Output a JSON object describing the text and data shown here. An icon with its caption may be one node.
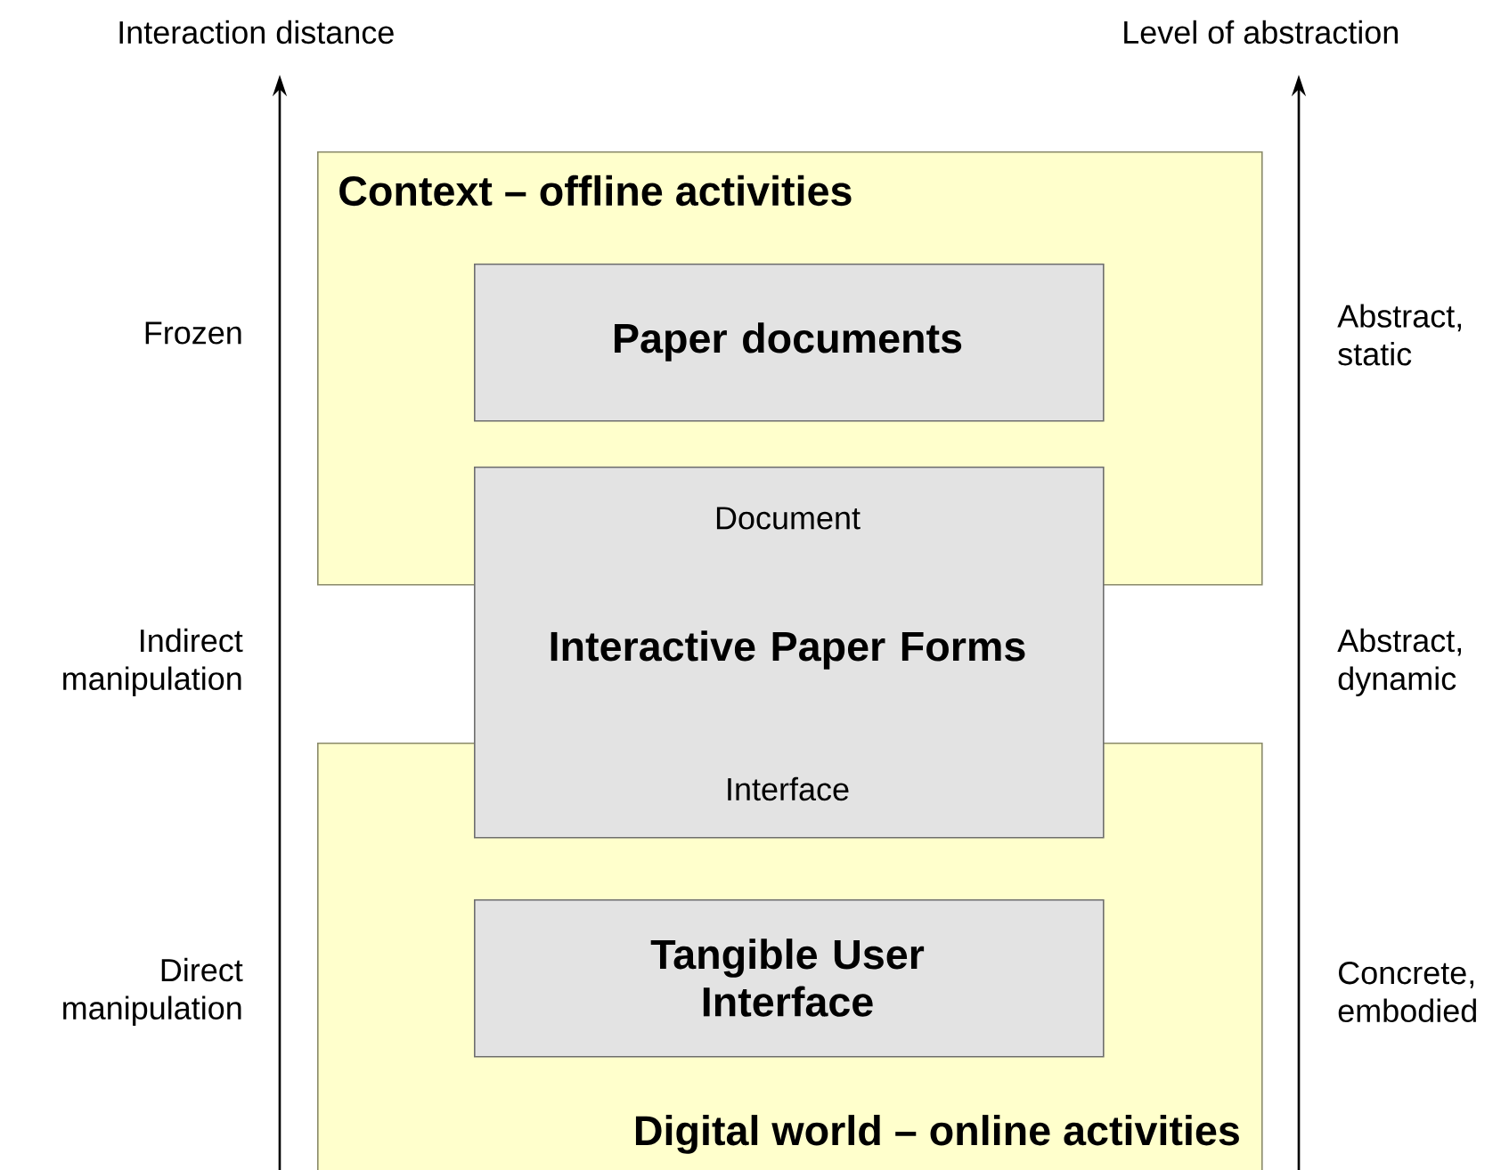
{
  "diagram": {
    "nodes": [
      {
        "text": [
          "Context – offline activities"
        ]
      },
      {
        "text": [
          "Paper documents"
        ],
        "in": 0
      },
      {
        "text": [
          "Document",
          "Interactive Paper Forms",
          "Interface"
        ]
      },
      {
        "text": [
          "Digital world – online activities"
        ]
      },
      {
        "text": [
          "Tangible User Interface"
        ],
        "in": 3
      }
    ],
    "labels": [
      "Interaction distance",
      "Level of abstraction",
      "Frozen",
      "Abstract, static",
      "Indirect manipulation",
      "Abstract, dynamic",
      "Direct manipulation",
      "Concrete, embodied"
    ]
  }
}
